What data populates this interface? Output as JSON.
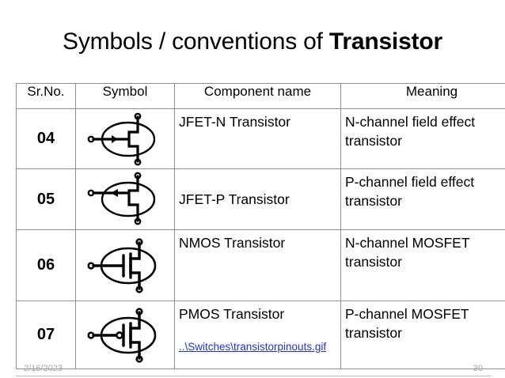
{
  "slide": {
    "title_regular": "Symbols / conventions of ",
    "title_bold": "Transistor"
  },
  "table": {
    "headers": [
      "Sr.No.",
      "Symbol",
      "Component name",
      "Meaning"
    ],
    "rows": [
      {
        "sr": "04",
        "symbol_icon": "jfet-n-transistor-symbol",
        "name": "JFET-N Transistor",
        "meaning": "N-channel field effect transistor"
      },
      {
        "sr": "05",
        "symbol_icon": "jfet-p-transistor-symbol",
        "name": "JFET-P Transistor",
        "meaning": "P-channel field effect transistor"
      },
      {
        "sr": "06",
        "symbol_icon": "nmos-transistor-symbol",
        "name": "NMOS Transistor",
        "meaning": "N-channel MOSFET transistor"
      },
      {
        "sr": "07",
        "symbol_icon": "pmos-transistor-symbol",
        "name": "PMOS Transistor",
        "meaning": "P-channel MOSFET transistor",
        "link": "..\\Switches\\transistorpinouts.gif"
      }
    ]
  },
  "footer": {
    "date": "2/16/2023",
    "page_number": "30"
  },
  "colors": {
    "hyperlink": "#1f32d8",
    "table_border": "#909090",
    "footer_text": "#a6a6a6",
    "background": "#ffffff"
  }
}
